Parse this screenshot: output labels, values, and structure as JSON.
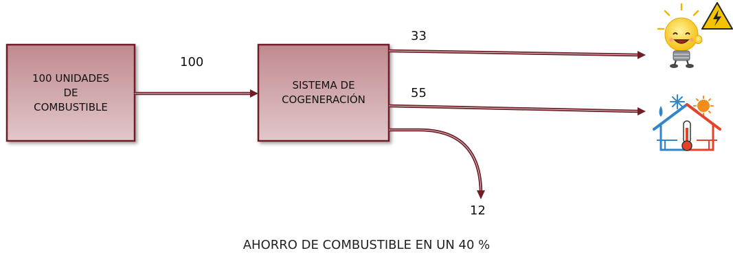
{
  "source_box": {
    "lines": [
      "100 UNIDADES",
      "DE",
      "COMBUSTIBLE"
    ]
  },
  "system_box": {
    "lines": [
      "SISTEMA DE",
      "COGENERACIÓN"
    ]
  },
  "flows": {
    "input": "100",
    "electricity": "33",
    "heat": "55",
    "losses": "12"
  },
  "icons": {
    "electricity": "smiling-lightbulb-with-high-voltage-sign-icon",
    "heat": "house-with-sun-snowflake-thermometer-icon"
  },
  "footer": "AHORRO DE COMBUSTIBLE EN UN 40 %",
  "colors": {
    "box_fill_top": "#c49094",
    "box_fill_bottom": "#dcbfc2",
    "box_border": "#6f1e28",
    "arrow": "#6f1e28"
  }
}
